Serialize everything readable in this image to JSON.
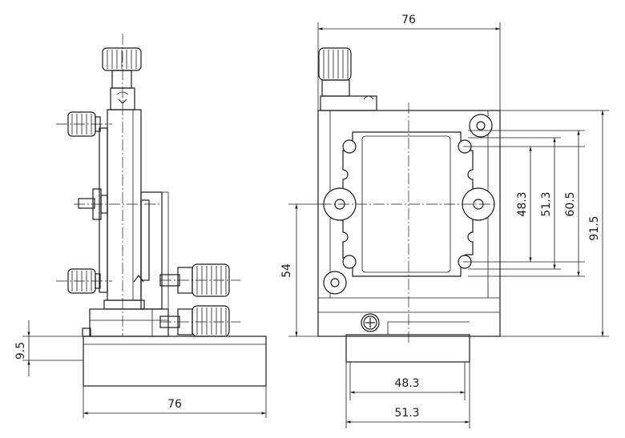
{
  "dimensions": {
    "side_width": "76",
    "side_base_height": "9.5",
    "front_width": "76",
    "front_mount_height": "54",
    "front_hole_inner": "48.3",
    "front_hole_outer": "51.3",
    "front_hole_total": "60.5",
    "front_total_height": "91.5",
    "front_base_inner": "48.3",
    "front_base_outer": "51.3"
  },
  "icons": {
    "knob": "knurled-knob-icon",
    "screw": "phillips-screw-icon"
  }
}
